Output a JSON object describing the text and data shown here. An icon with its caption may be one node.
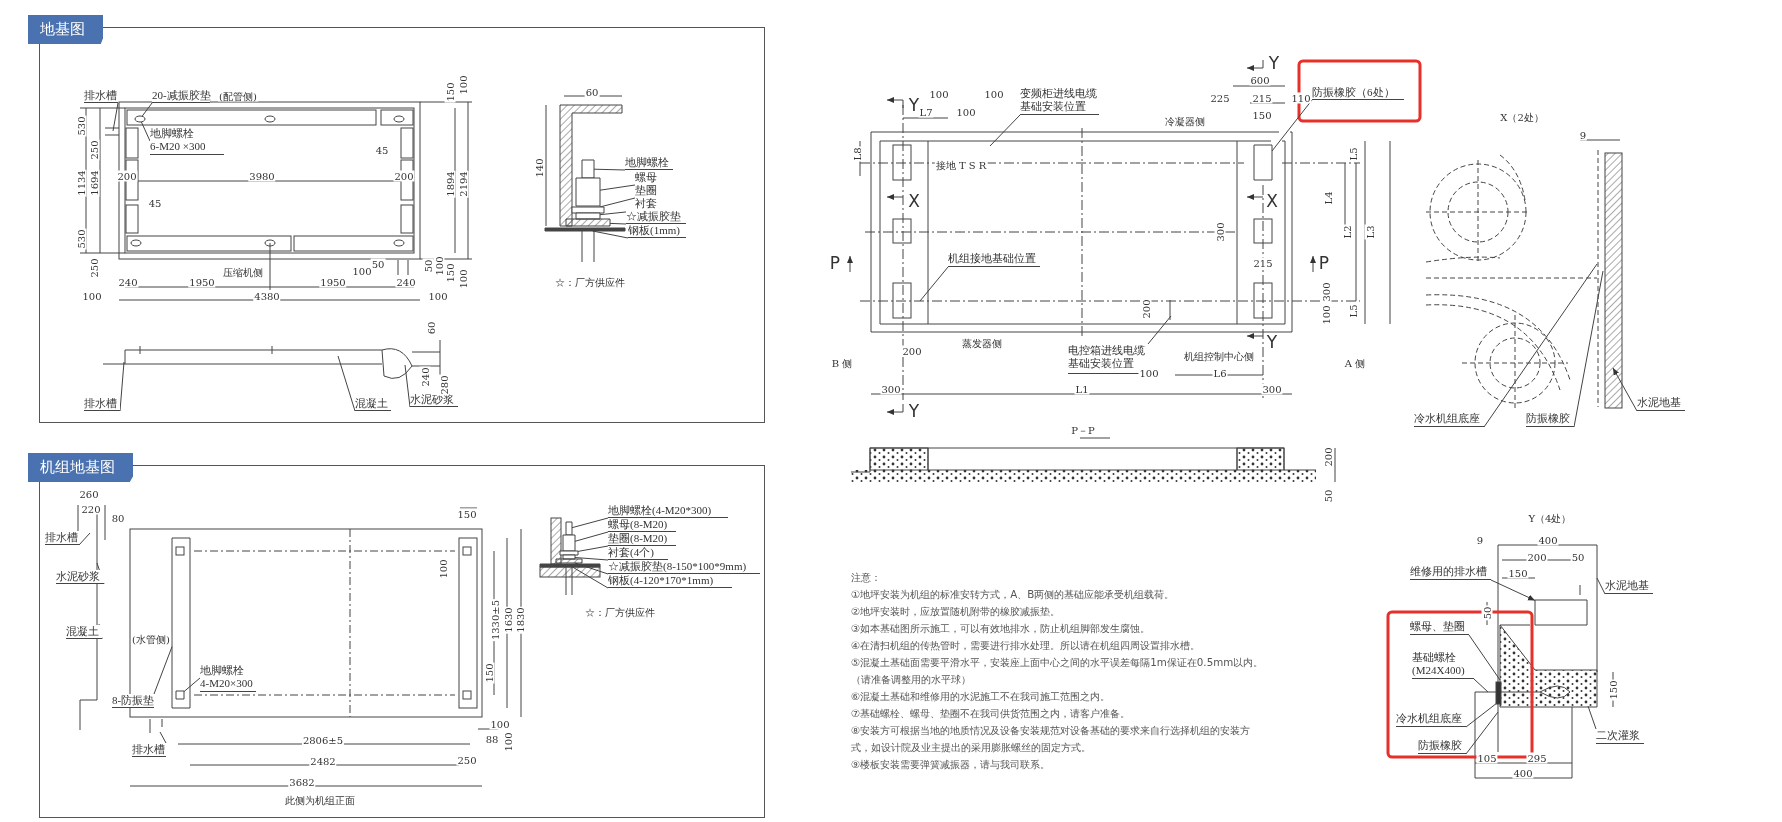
{
  "diagram": {
    "nodes": [
      {
        "text": [
          "地基图"
        ]
      },
      {
        "text": [
          "排水槽"
        ],
        "in": 0
      },
      {
        "text": [
          "20-减振胶垫"
        ],
        "in": 0
      },
      {
        "text": [
          "地脚螺栓",
          "6-M20 ×300"
        ],
        "in": 0
      },
      {
        "text": [
          "地脚螺栓"
        ],
        "in": 0
      },
      {
        "text": [
          "螺母"
        ],
        "in": 0
      },
      {
        "text": [
          "垫圈"
        ],
        "in": 0
      },
      {
        "text": [
          "衬套"
        ],
        "in": 0
      },
      {
        "text": [
          "☆减振胶垫"
        ],
        "in": 0
      },
      {
        "text": [
          "钢板(1mm)"
        ],
        "in": 0
      },
      {
        "text": [
          "排水槽"
        ],
        "in": 0
      },
      {
        "text": [
          "混凝土"
        ],
        "in": 0
      },
      {
        "text": [
          "水泥砂浆"
        ],
        "in": 0
      },
      {
        "text": [
          "机组地基图"
        ]
      },
      {
        "text": [
          "排水槽"
        ],
        "in": 13
      },
      {
        "text": [
          "水泥砂浆"
        ],
        "in": 13
      },
      {
        "text": [
          "混凝土"
        ],
        "in": 13
      },
      {
        "text": [
          "地脚螺栓",
          "4-M20×300"
        ],
        "in": 13
      },
      {
        "text": [
          "8-防振垫"
        ],
        "in": 13
      },
      {
        "text": [
          "排水槽"
        ],
        "in": 13
      },
      {
        "text": [
          "地脚螺栓(4-M20*300)"
        ],
        "in": 13
      },
      {
        "text": [
          "螺母(8-M20)"
        ],
        "in": 13
      },
      {
        "text": [
          "垫圈(8-M20)"
        ],
        "in": 13
      },
      {
        "text": [
          "衬套(4个)"
        ],
        "in": 13
      },
      {
        "text": [
          "☆减振胶垫(8-150*100*9mm)"
        ],
        "in": 13
      },
      {
        "text": [
          "钢板(4-120*170*1mm)"
        ],
        "in": 13
      },
      {
        "text": [
          "变频柜进线电缆基础安装位置"
        ]
      },
      {
        "text": [
          "防振橡胶（6处）"
        ]
      },
      {
        "text": [
          "机组接地基础位置"
        ]
      },
      {
        "text": [
          "电控箱进线电缆基础安装位置"
        ]
      },
      {
        "text": [
          "冷水机组底座"
        ]
      },
      {
        "text": [
          "防振橡胶"
        ]
      },
      {
        "text": [
          "水泥地基"
        ]
      },
      {
        "text": [
          "维修用的排水槽"
        ]
      },
      {
        "text": [
          "水泥地基"
        ]
      },
      {
        "text": [
          "螺母、垫圈"
        ]
      },
      {
        "text": [
          "基础螺栓",
          "(M24X400)"
        ]
      },
      {
        "text": [
          "冷水机组底座"
        ]
      },
      {
        "text": [
          "防振橡胶"
        ]
      },
      {
        "text": [
          "二次灌浆"
        ]
      },
      {
        "text": [],
        "shape": "circle",
        "in": 0
      },
      {
        "text": [],
        "shape": "bar",
        "in": 0
      },
      {
        "text": [],
        "shape": "box",
        "in": 0
      },
      {
        "text": [],
        "shape": "bar",
        "in": 0
      },
      {
        "text": [],
        "shape": "bar",
        "in": 0
      },
      {
        "text": [],
        "shape": "bar",
        "in": 0
      },
      {
        "text": [],
        "shape": "bar",
        "in": 0
      },
      {
        "text": [],
        "shape": "box",
        "in": 48
      },
      {
        "text": [],
        "shape": "bar",
        "in": 13
      },
      {
        "text": [],
        "shape": "bar",
        "in": 13
      },
      {
        "text": [],
        "shape": "box",
        "in": 13
      },
      {
        "text": [],
        "shape": "bar",
        "in": 13
      },
      {
        "text": [],
        "shape": "bar",
        "in": 13
      },
      {
        "text": [],
        "shape": "bar",
        "in": 13
      },
      {
        "text": [],
        "shape": "bar",
        "in": 13
      },
      {
        "text": [],
        "shape": "box"
      },
      {
        "text": [],
        "shape": "box"
      }
    ],
    "edges": [
      {
        "from": 1,
        "to": null,
        "arrow": "none"
      },
      {
        "from": 2,
        "to": 40,
        "arrow": "none"
      },
      {
        "from": 3,
        "to": 40,
        "arrow": "none"
      },
      {
        "from": 4,
        "to": 41,
        "arrow": "none"
      },
      {
        "from": 5,
        "to": 42,
        "arrow": "none"
      },
      {
        "from": 6,
        "to": 43,
        "arrow": "none"
      },
      {
        "from": 7,
        "to": 44,
        "arrow": "none"
      },
      {
        "from": 8,
        "to": 45,
        "arrow": "none"
      },
      {
        "from": 9,
        "to": 46,
        "arrow": "none"
      },
      {
        "from": 10,
        "to": null,
        "arrow": "none"
      },
      {
        "from": 11,
        "to": null,
        "arrow": "none"
      },
      {
        "from": 12,
        "to": null,
        "arrow": "none"
      },
      {
        "from": 14,
        "to": null,
        "arrow": "none"
      },
      {
        "from": 15,
        "to": null,
        "arrow": "none"
      },
      {
        "from": 16,
        "to": null,
        "arrow": "none"
      },
      {
        "from": 17,
        "to": 47,
        "arrow": "none"
      },
      {
        "from": 18,
        "to": 48,
        "arrow": "none"
      },
      {
        "from": 19,
        "to": null,
        "arrow": "none"
      },
      {
        "from": 20,
        "to": 49,
        "arrow": "none"
      },
      {
        "from": 21,
        "to": 50,
        "arrow": "none"
      },
      {
        "from": 22,
        "to": 51,
        "arrow": "none"
      },
      {
        "from": 23,
        "to": 52,
        "arrow": "none"
      },
      {
        "from": 24,
        "to": 53,
        "arrow": "none"
      },
      {
        "from": 25,
        "to": 54,
        "arrow": "none"
      },
      {
        "from": 26,
        "to": null,
        "arrow": "none"
      },
      {
        "from": 27,
        "to": 55,
        "arrow": "none"
      },
      {
        "from": 28,
        "to": null,
        "arrow": "none"
      },
      {
        "from": 29,
        "to": null,
        "arrow": "none"
      },
      {
        "from": 30,
        "to": null,
        "arrow": "none"
      },
      {
        "from": 31,
        "to": null,
        "arrow": "none"
      },
      {
        "from": 32,
        "to": null,
        "arrow": "to"
      },
      {
        "from": 33,
        "to": 56,
        "arrow": "to"
      },
      {
        "from": 34,
        "to": null,
        "arrow": "none"
      },
      {
        "from": 35,
        "to": null,
        "arrow": "none"
      },
      {
        "from": 36,
        "to": null,
        "arrow": "none"
      },
      {
        "from": 37,
        "to": null,
        "arrow": "none"
      },
      {
        "from": 38,
        "to": null,
        "arrow": "none"
      },
      {
        "from": 39,
        "to": null,
        "arrow": "none"
      }
    ],
    "labels": [
      "(配管侧)",
      "45",
      "200",
      "3980",
      "200",
      "45",
      "压缩机侧",
      "50",
      "100",
      "240",
      "1950",
      "1950",
      "240",
      "100",
      "4380",
      "100",
      "530",
      "250",
      "1134",
      "1694",
      "530",
      "250",
      "150",
      "100",
      "1894",
      "2194",
      "50",
      "100",
      "150",
      "100",
      "60",
      "140",
      "☆：厂方供应件",
      "60",
      "240",
      "280",
      "260",
      "220",
      "80",
      "(水管侧)",
      "150",
      "100",
      "1330±5",
      "1630",
      "1830",
      "150",
      "100",
      "88",
      "100",
      "2806±5",
      "2482",
      "250",
      "3682",
      "此侧为机组正面",
      "☆：厂方供应件",
      "Y",
      "600",
      "100",
      "100",
      "225",
      "215",
      "110",
      "Y",
      "L7",
      "100",
      "150",
      "冷凝器侧",
      "L8",
      "L5",
      "X",
      "X",
      "L4",
      "L2",
      "L3",
      "300",
      "P",
      "215",
      "P",
      "300",
      "200",
      "100",
      "L5",
      "200",
      "蒸发器侧",
      "Y",
      "B 侧",
      "机组控制中心侧",
      "A 侧",
      "100",
      "L6",
      "300",
      "L1",
      "300",
      "Y",
      "P－P",
      "200",
      "50",
      "X（2处）",
      "9",
      "注意：",
      "①地坪安装为机组的标准安转方式，A、B两侧的基础应能承受机组载荷。",
      "②地坪安装时，应放置随机附带的橡胶减振垫。",
      "③如本基础图所示施工，可以有效地排水，防止机组脚部发生腐蚀。",
      "④在清扫机组的传热管时，需要进行排水处理。所以请在机组四周设置排水槽。",
      "⑤混凝土基础面需要平滑水平，安装座上面中心之间的水平误差每隔1m保证在0.5mm以内。",
      "（请准备调整用的水平球）",
      "⑥混凝土基础和维修用的水泥施工不在我司施工范围之内。",
      "⑦基础螺栓、螺母、垫圈不在我司供货范围之内，请客户准备。",
      "⑧安装方可根据当地的地质情况及设备安装规范对设备基础的要求来自行选择机组的安装方式，如设计院及业主提出的采用膨胀螺丝的固定方式。",
      "⑨楼板安装需要弹簧减振器，请与我司联系。",
      "Y（4处）",
      "9",
      "400",
      "200",
      "50",
      "150",
      "50",
      "150",
      "105",
      "295",
      "400",
      "接地 T S R"
    ]
  }
}
